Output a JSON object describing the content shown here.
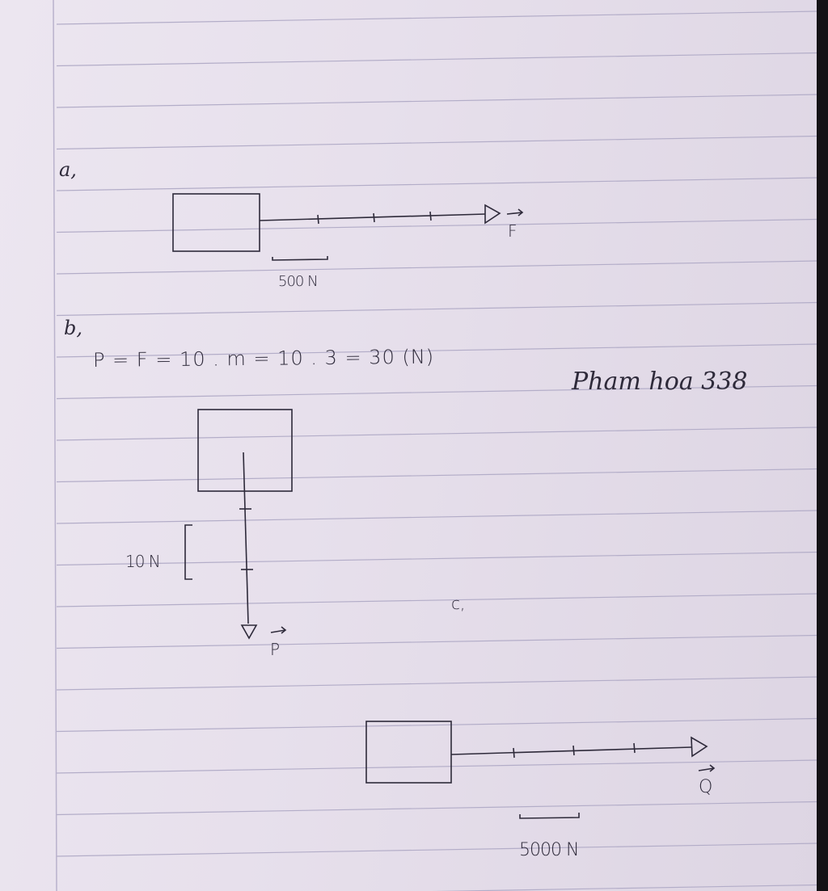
{
  "part_a": {
    "label": "a,",
    "force_symbol": "F",
    "scale_label": "500 N"
  },
  "part_b": {
    "label": "b,",
    "equation": "P = F = 10 . m = 10 . 3 = 30 (N)",
    "weight_symbol": "P",
    "scale_label": "10 N"
  },
  "signature": "Pham hoa 338",
  "part_c": {
    "label": "c,",
    "force_symbol": "Q",
    "scale_label": "5000 N"
  },
  "colors": {
    "paper": "#e9e3ee",
    "ruled_line": "#b3adc8",
    "margin_line": "#b9b2cc",
    "ink": "#2e2a3a"
  }
}
